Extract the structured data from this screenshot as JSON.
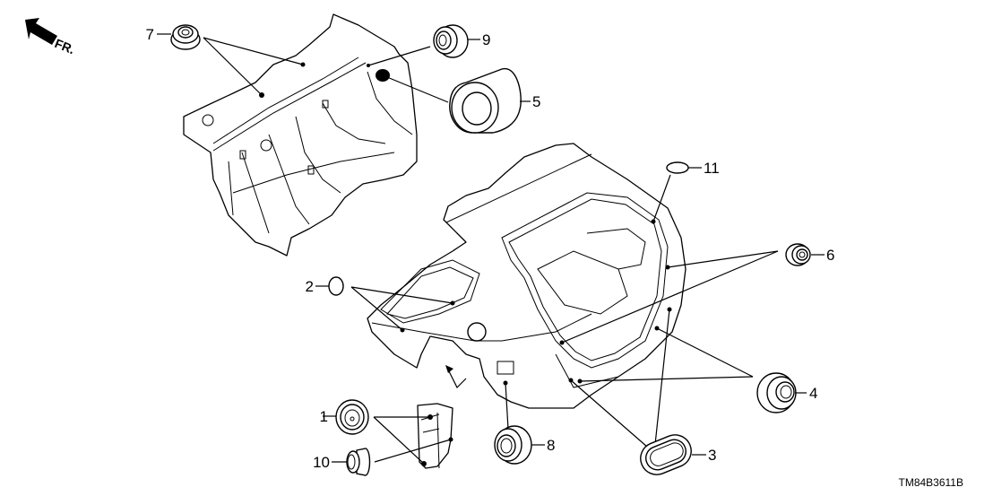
{
  "diagram": {
    "title": "Grommet (Rear)",
    "direction_indicator": {
      "label": "FR.",
      "icon": "front-arrow-icon"
    },
    "drawing_code": "TM84B3611B",
    "callouts": [
      {
        "number": "1",
        "part": "grommet-round"
      },
      {
        "number": "2",
        "part": "grommet-oval-small"
      },
      {
        "number": "3",
        "part": "grommet-oval-large"
      },
      {
        "number": "4",
        "part": "grommet-round-large"
      },
      {
        "number": "5",
        "part": "grommet-cylinder"
      },
      {
        "number": "6",
        "part": "grommet-small"
      },
      {
        "number": "7",
        "part": "grommet-stepped"
      },
      {
        "number": "8",
        "part": "grommet-ribbed"
      },
      {
        "number": "9",
        "part": "grommet-ribbed-upper"
      },
      {
        "number": "10",
        "part": "grommet-plug"
      },
      {
        "number": "11",
        "part": "grommet-oval-flat"
      }
    ]
  }
}
